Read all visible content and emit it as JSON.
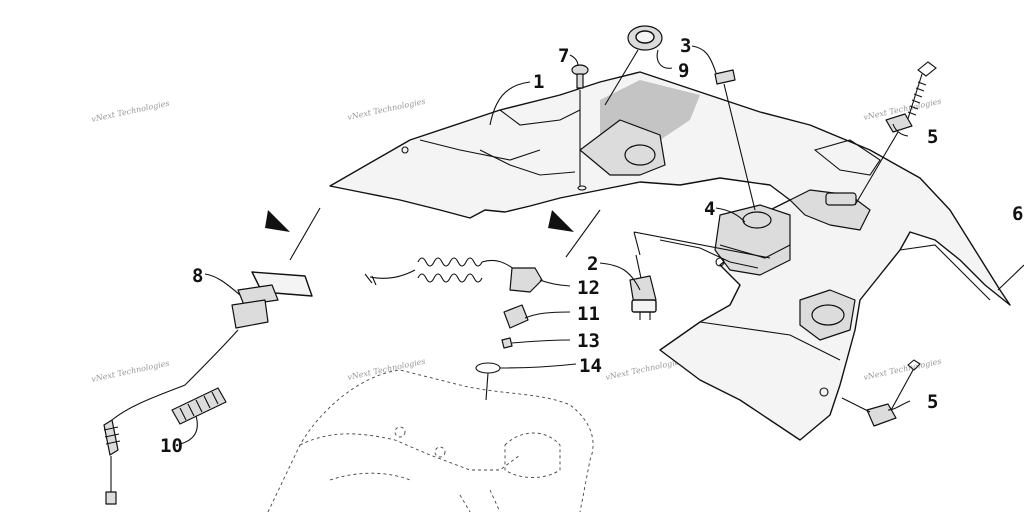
{
  "callouts": {
    "c1": "1",
    "c2": "2",
    "c3": "3",
    "c4": "4",
    "c5a": "5",
    "c5b": "5",
    "c6": "6",
    "c7": "7",
    "c8": "8",
    "c9": "9",
    "c10": "10",
    "c11": "11",
    "c12": "12",
    "c13": "13",
    "c14": "14"
  },
  "watermark": "vNext Technologies"
}
